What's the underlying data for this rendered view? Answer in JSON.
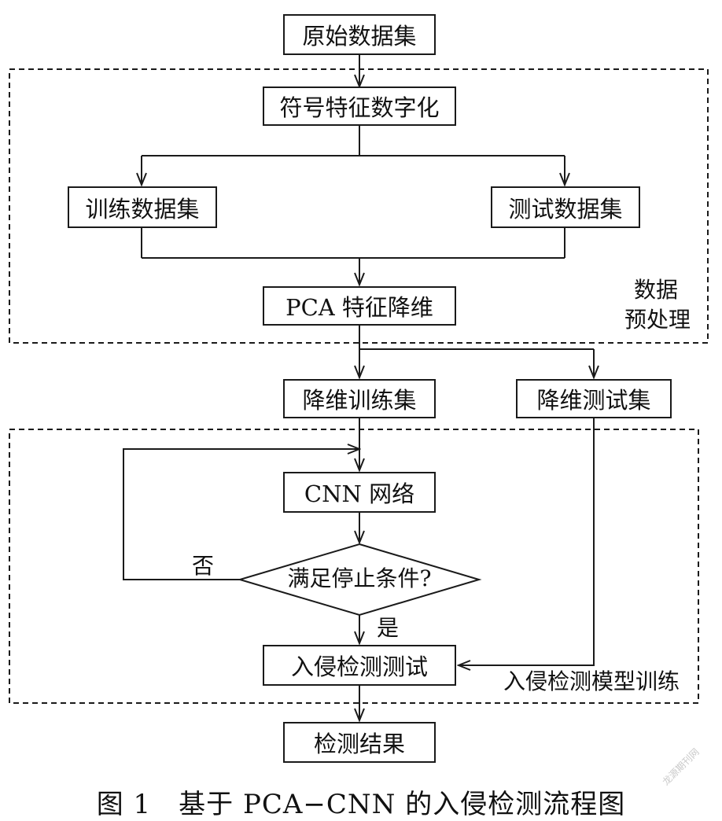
{
  "nodes": {
    "raw_dataset": "原始数据集",
    "symbol_digitize": "符号特征数字化",
    "train_dataset": "训练数据集",
    "test_dataset": "测试数据集",
    "pca_reduce": "PCA 特征降维",
    "reduced_train": "降维训练集",
    "reduced_test": "降维测试集",
    "cnn_network": "CNN 网络",
    "stop_condition": "满足停止条件?",
    "intrusion_test": "入侵检测测试",
    "detection_result": "检测结果"
  },
  "groups": {
    "preprocess_line1": "数据",
    "preprocess_line2": "预处理",
    "model_training": "入侵检测模型训练"
  },
  "edge_labels": {
    "no": "否",
    "yes": "是"
  },
  "caption": "图 1　基于 PCA−CNN 的入侵检测流程图",
  "watermark": "龙源期刊网"
}
